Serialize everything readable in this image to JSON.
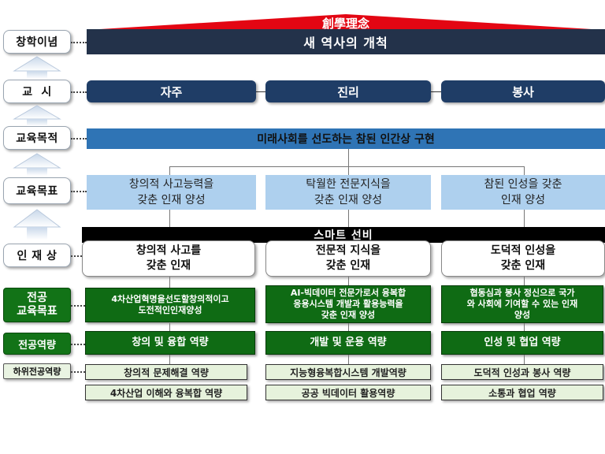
{
  "banner": {
    "title": "創學理念",
    "subtitle": "새 역사의 개척"
  },
  "row_labels": {
    "philosophy": "창학이념",
    "motto": "교  시",
    "edu_purpose": "교육목적",
    "edu_goal": "교육목표",
    "ideal": "인 재 상",
    "major_goal": "전공\n교육목표",
    "major_competency": "전공역량",
    "sub_competency": "하위전공역량"
  },
  "motto": [
    "자주",
    "진리",
    "봉사"
  ],
  "edu_purpose": "미래사회를 선도하는 참된 인간상 구현",
  "edu_goals": [
    "창의적 사고능력을\n갖춘 인재 양성",
    "탁월한 전문지식을\n갖춘 인재 양성",
    "참된 인성을 갖춘\n인재 양성"
  ],
  "smart": "스마트 선비",
  "ideals": [
    "창의적 사고를\n갖춘 인재",
    "전문적 지식을\n갖춘 인재",
    "도덕적 인성을\n갖춘 인재"
  ],
  "major_goals": [
    "4차산업혁명을선도할창의적이고\n도전적인인재양성",
    "AI-빅데이터 전문가로서 융복합\n응용시스템 개발과 활용능력을\n갖춘 인재 양성",
    "협동심과 봉사 정신으로  국가\n와 사회에 기여할 수 있는 인재\n양성"
  ],
  "major_competencies": [
    "창의 및 융합 역량",
    "개발 및 운용 역량",
    "인성 및 협업 역량"
  ],
  "sub_competencies": [
    [
      "창의적 문제해결 역량",
      "4차산업 이해와 융복합 역량"
    ],
    [
      "지능형융복합시스템 개발역량",
      "공공 빅데이터 활용역량"
    ],
    [
      "도덕적 인성과 봉사 역량",
      "소통과 협업 역량"
    ]
  ],
  "colors": {
    "banner_red": "#e30613",
    "navy": "#1f3d66",
    "blue": "#2f74b5",
    "light_blue": "#aed0ee",
    "green": "#0f6b14",
    "light_green": "#e6f2dc"
  }
}
